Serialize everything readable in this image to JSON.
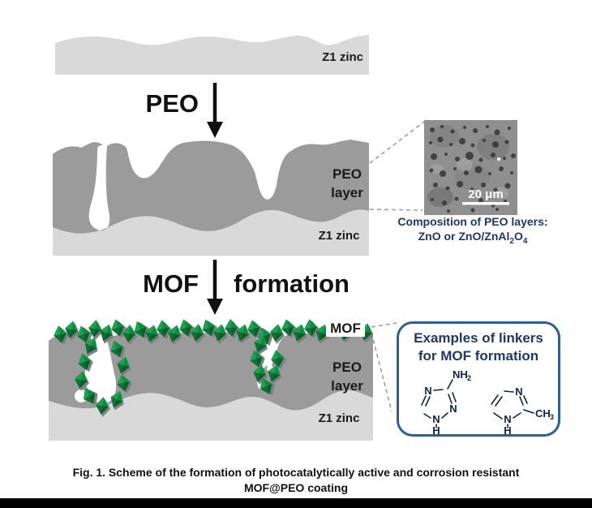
{
  "colors": {
    "zinc_gray": "#d9d9d9",
    "peo_gray": "#9b9b9b",
    "mof_green": "#0e8c41",
    "navy_text": "#1f3864",
    "box_border_blue": "#2e6094",
    "bottom_bar": "#000000"
  },
  "stage1": {
    "substrate_label": "Z1 zinc"
  },
  "step_peo": {
    "label": "PEO"
  },
  "stage2": {
    "layer_label_line1": "PEO",
    "layer_label_line2": "layer",
    "substrate_label": "Z1 zinc"
  },
  "sem_inset": {
    "scale_label": "20 μm",
    "composition_title": "Composition of PEO layers:",
    "formula_a": "ZnO or ZnO/ZnAl",
    "formula_sub1": "2",
    "formula_b": "O",
    "formula_sub2": "4"
  },
  "step_mof": {
    "label_left": "MOF",
    "label_right": "formation"
  },
  "stage3": {
    "mof_label": "MOF",
    "layer_label_line1": "PEO",
    "layer_label_line2": "layer",
    "substrate_label": "Z1 zinc"
  },
  "linker_box": {
    "title_line1": "Examples of linkers",
    "title_line2": "for MOF formation",
    "molecule1": {
      "n_top": "N",
      "n_right": "N",
      "n_bottom": "N",
      "h": "H",
      "group": "NH",
      "group_sub": "2"
    },
    "molecule2": {
      "n_top": "N",
      "n_bottom": "N",
      "h": "H",
      "group": "CH",
      "group_sub": "3"
    }
  },
  "caption": {
    "line1": "Fig. 1. Scheme of the formation of photocatalytically active and corrosion resistant",
    "line2": "MOF@PEO coating"
  }
}
